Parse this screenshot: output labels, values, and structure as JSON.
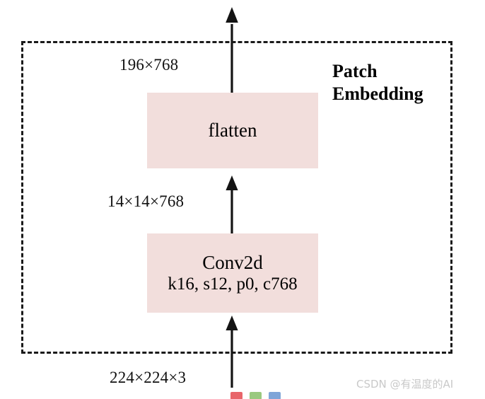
{
  "diagram": {
    "group": {
      "title_line1": "Patch",
      "title_line2": "Embedding",
      "border_style": "dashed",
      "border_color": "#1a1a1a"
    },
    "blocks": [
      {
        "id": "flatten",
        "title": "flatten",
        "subtitle": "",
        "fill_color": "#f2dedc"
      },
      {
        "id": "conv2d",
        "title": "Conv2d",
        "subtitle": "k16, s12, p0, c768",
        "fill_color": "#f2dedc"
      }
    ],
    "shape_labels": [
      {
        "id": "output",
        "text": "196×768"
      },
      {
        "id": "intermediate",
        "text": "14×14×768"
      },
      {
        "id": "input",
        "text": "224×224×3"
      }
    ],
    "arrows": [
      {
        "id": "arrow-input-to-conv",
        "direction": "up"
      },
      {
        "id": "arrow-conv-to-flatten",
        "direction": "up"
      },
      {
        "id": "arrow-flatten-to-output",
        "direction": "up"
      }
    ],
    "chips": [
      {
        "id": "chip-red",
        "color": "#e8656a"
      },
      {
        "id": "chip-green",
        "color": "#9ac97f"
      },
      {
        "id": "chip-blue",
        "color": "#7fa5d8"
      }
    ],
    "watermark": "CSDN @有温度的AI"
  }
}
